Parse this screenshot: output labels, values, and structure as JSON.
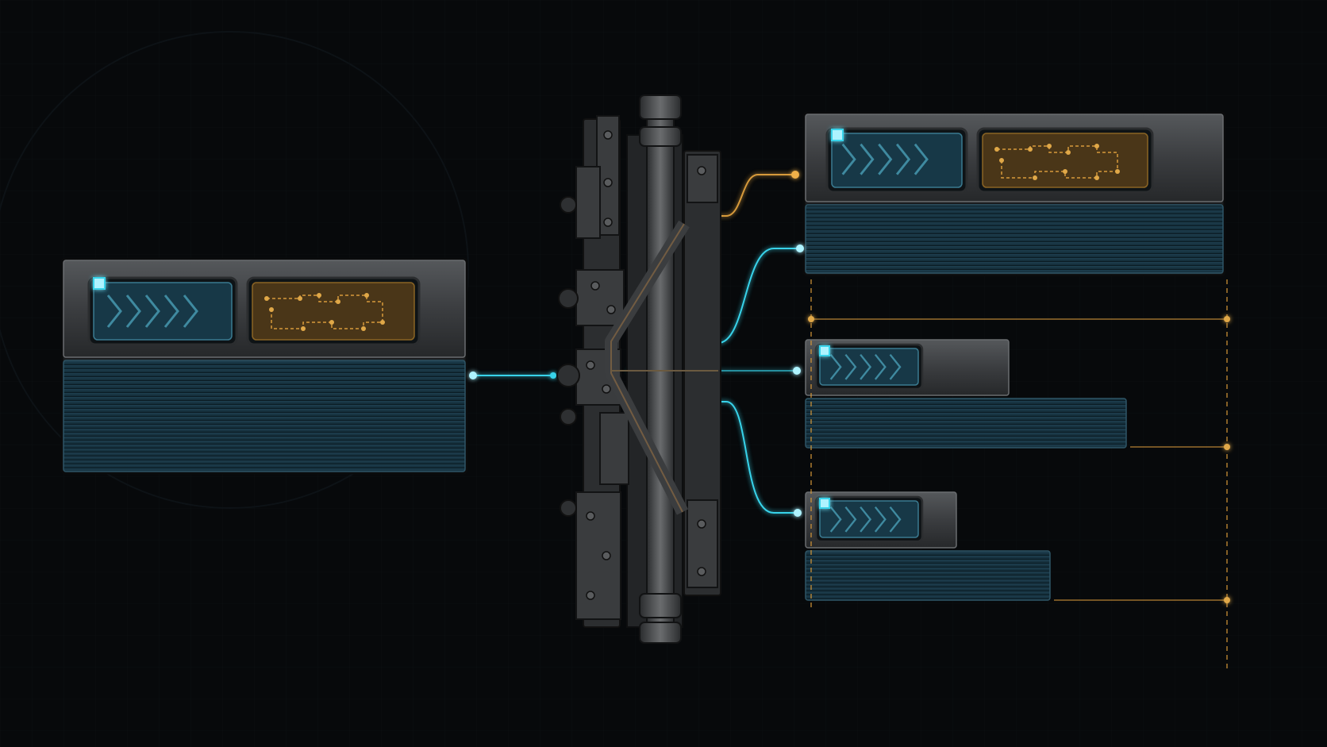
{
  "colors": {
    "background": "#07090b",
    "grid_line": "#0f1418",
    "steel_light": "#4a4d50",
    "steel_mid": "#343638",
    "steel_dark": "#1e2022",
    "panel_teal": "#16313d",
    "panel_teal_light": "#1f4252",
    "cyan_glow": "#37d3ea",
    "amber": "#d79a3a",
    "amber_panel": "#4a3618"
  },
  "blocks": [
    {
      "name": "source-block",
      "role": "input",
      "has_circuit_panel": true
    },
    {
      "name": "output-block-1",
      "role": "output",
      "has_circuit_panel": true
    },
    {
      "name": "output-block-2",
      "role": "output",
      "has_circuit_panel": false
    },
    {
      "name": "output-block-3",
      "role": "output",
      "has_circuit_panel": false
    }
  ],
  "central_mechanism": {
    "name": "splitter-mechanism",
    "icon": "gear-rail-splitter"
  },
  "connectors": [
    {
      "from": "source-block",
      "to": "splitter-mechanism",
      "color": "cyan"
    },
    {
      "from": "splitter-mechanism",
      "to": "output-block-1",
      "color": "amber"
    },
    {
      "from": "splitter-mechanism",
      "to": "output-block-1-base",
      "color": "cyan"
    },
    {
      "from": "splitter-mechanism",
      "to": "output-block-2",
      "color": "cyan"
    },
    {
      "from": "splitter-mechanism",
      "to": "output-block-3",
      "color": "cyan"
    }
  ],
  "bracket": {
    "color": "amber",
    "style": "dashed"
  }
}
